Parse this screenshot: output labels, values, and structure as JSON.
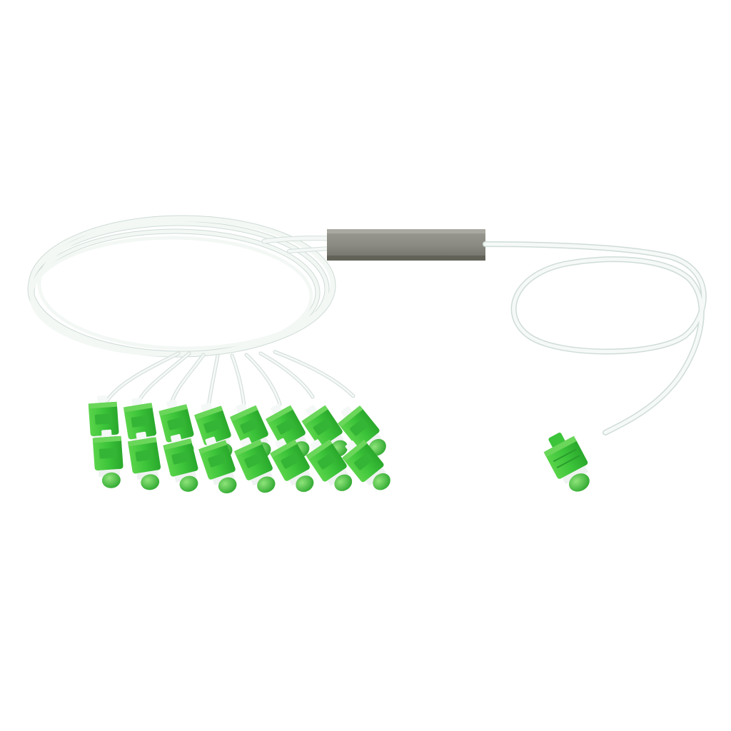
{
  "image": {
    "subject": "fiber-optic-plc-splitter",
    "background_color": "#ffffff",
    "colors": {
      "connector_green": "#3cc43a",
      "connector_green_dark": "#24a528",
      "connector_green_light": "#7fe06e",
      "ferrule_white": "#eef2f0",
      "cable_white": "#f4f8f6",
      "cable_shadow": "#c9d8d2",
      "splitter_body": "#8e8e86",
      "splitter_body_dark": "#6b6b64"
    },
    "output_connector_count": 16,
    "input_connector_count": 1
  }
}
